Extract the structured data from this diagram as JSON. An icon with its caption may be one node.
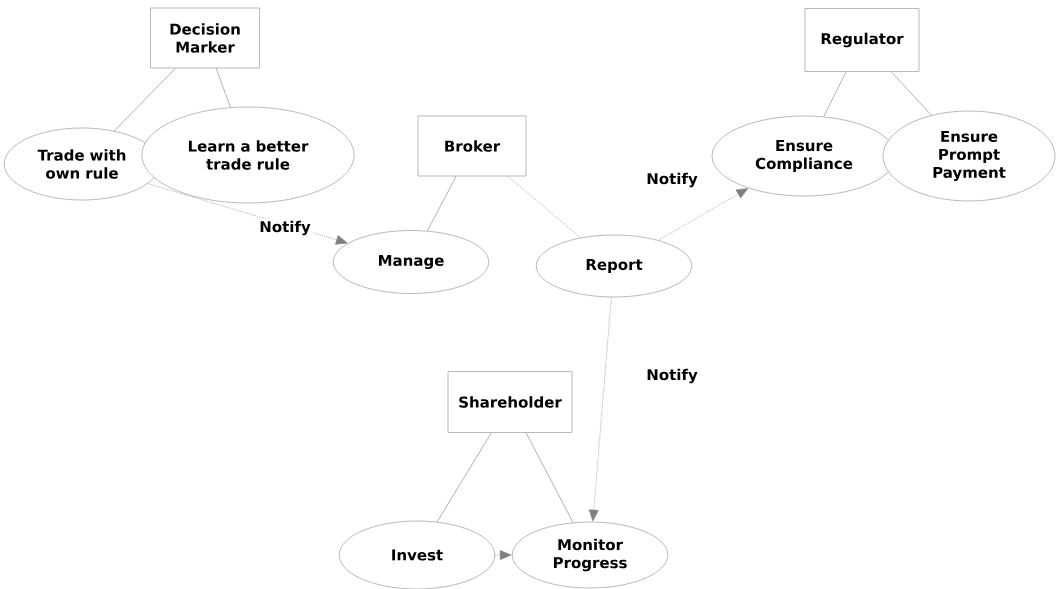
{
  "diagram": {
    "nodes": [
      {
        "text": [
          "Decision Marker"
        ]
      },
      {
        "text": [
          "Trade with own rule"
        ]
      },
      {
        "text": [
          "Learn a better trade rule"
        ]
      },
      {
        "text": [
          "Broker"
        ]
      },
      {
        "text": [
          "Manage"
        ]
      },
      {
        "text": [
          "Report"
        ]
      },
      {
        "text": [
          "Regulator"
        ]
      },
      {
        "text": [
          "Ensure Compliance"
        ]
      },
      {
        "text": [
          "Ensure Prompt Payment"
        ]
      },
      {
        "text": [
          "Shareholder"
        ]
      },
      {
        "text": [
          "Invest"
        ]
      },
      {
        "text": [
          "Monitor Progress"
        ]
      }
    ],
    "edges": [
      {
        "from": 0,
        "to": 1,
        "arrow": "none"
      },
      {
        "from": 0,
        "to": 2,
        "arrow": "none"
      },
      {
        "from": 1,
        "to": 4,
        "arrow": "to",
        "label": "Notify",
        "style": "dashed"
      },
      {
        "from": 3,
        "to": 4,
        "arrow": "none"
      },
      {
        "from": 3,
        "to": 5,
        "arrow": "none",
        "style": "dashed"
      },
      {
        "from": 5,
        "to": 7,
        "arrow": "to",
        "label": "Notify",
        "style": "dashed"
      },
      {
        "from": 6,
        "to": 7,
        "arrow": "none"
      },
      {
        "from": 6,
        "to": 8,
        "arrow": "none"
      },
      {
        "from": 5,
        "to": 11,
        "arrow": "to",
        "label": "Notify",
        "style": "dashed"
      },
      {
        "from": 9,
        "to": 10,
        "arrow": "none"
      },
      {
        "from": 9,
        "to": 11,
        "arrow": "none"
      },
      {
        "from": 10,
        "to": 11,
        "arrow": "to",
        "style": "dashed"
      }
    ]
  }
}
